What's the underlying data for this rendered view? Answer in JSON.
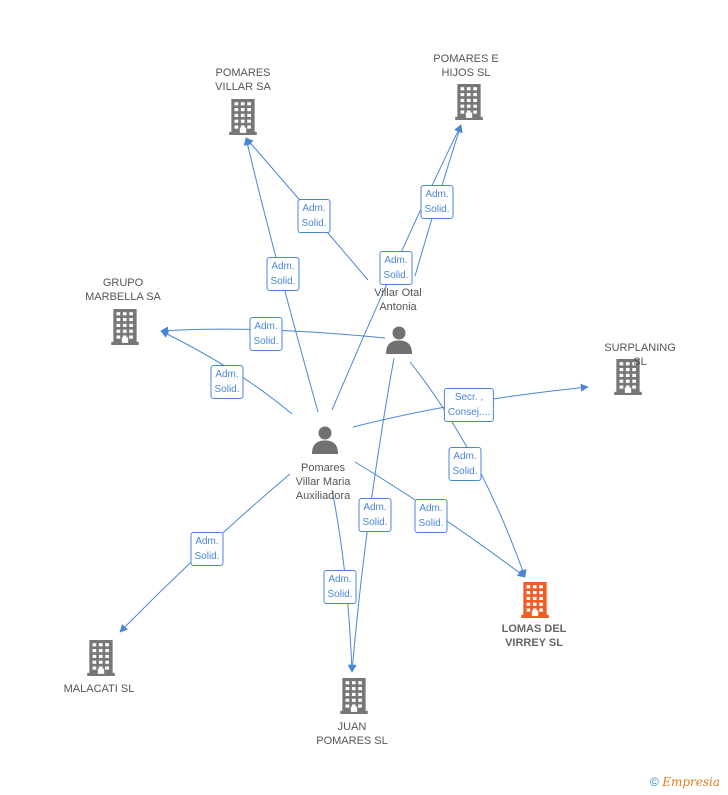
{
  "colors": {
    "edge": "#4a86d8",
    "company": "#777777",
    "focus_company": "#f25a26",
    "person": "#707070"
  },
  "companies": [
    {
      "id": "pomares-villar",
      "label": "POMARES\nVILLAR SA",
      "icon": "building-icon"
    },
    {
      "id": "pomares-hijos",
      "label": "POMARES E\nHIJOS SL",
      "icon": "building-icon"
    },
    {
      "id": "grupo-marbella",
      "label": "GRUPO\nMARBELLA SA",
      "icon": "building-icon"
    },
    {
      "id": "surplaning",
      "label": "SURPLANING SL",
      "icon": "building-icon"
    },
    {
      "id": "lomas",
      "label": "LOMAS DEL\nVIRREY SL",
      "icon": "building-icon",
      "focus": true
    },
    {
      "id": "malacati",
      "label": "MALACATI SL",
      "icon": "building-icon"
    },
    {
      "id": "juan-pomares",
      "label": "JUAN\nPOMARES SL",
      "icon": "building-icon"
    }
  ],
  "people": [
    {
      "id": "villar-otal",
      "label": "Villar Otal\nAntonia",
      "icon": "person-icon"
    },
    {
      "id": "pomares-maria",
      "label": "Pomares\nVillar Maria\nAuxiliadora",
      "icon": "person-icon"
    }
  ],
  "relations": [
    {
      "from": "villar-otal",
      "to": "pomares-villar",
      "label": "Adm.\nSolid."
    },
    {
      "from": "villar-otal",
      "to": "pomares-hijos",
      "label": "Adm.\nSolid."
    },
    {
      "from": "villar-otal",
      "to": "grupo-marbella",
      "label": "Adm.\nSolid."
    },
    {
      "from": "villar-otal",
      "to": "lomas",
      "label": "Adm.\nSolid."
    },
    {
      "from": "villar-otal",
      "to": "juan-pomares",
      "label": "Adm.\nSolid."
    },
    {
      "from": "pomares-maria",
      "to": "pomares-villar",
      "label": "Adm.\nSolid."
    },
    {
      "from": "pomares-maria",
      "to": "pomares-hijos",
      "label": "Adm.\nSolid."
    },
    {
      "from": "pomares-maria",
      "to": "grupo-marbella",
      "label": "Adm.\nSolid."
    },
    {
      "from": "pomares-maria",
      "to": "surplaning",
      "label": "Secr. ,\nConsej...."
    },
    {
      "from": "pomares-maria",
      "to": "lomas",
      "label": "Adm.\nSolid."
    },
    {
      "from": "pomares-maria",
      "to": "juan-pomares",
      "label": "Adm.\nSolid."
    },
    {
      "from": "pomares-maria",
      "to": "malacati",
      "label": "Adm.\nSolid."
    }
  ],
  "footer": {
    "copyright": "©",
    "brand": "Empresia"
  }
}
